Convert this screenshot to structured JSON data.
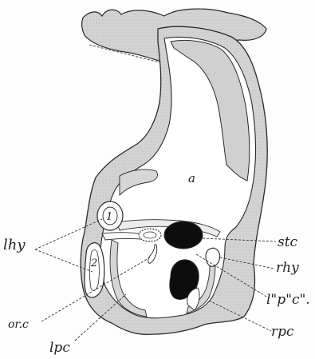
{
  "labels": {
    "a": "a",
    "n1": "1",
    "n2": "2",
    "lhy": "lhy",
    "stc": "stc",
    "rhy": "rhy",
    "lpc_upper": "l\"p\"c\".",
    "rpc": "rpc",
    "orc": "or.c",
    "lpc": "lpc"
  },
  "colors": {
    "ink": "#2a2a2a",
    "fill_gray": "#cfcfcf",
    "fill_dark": "#0d0d0d"
  }
}
